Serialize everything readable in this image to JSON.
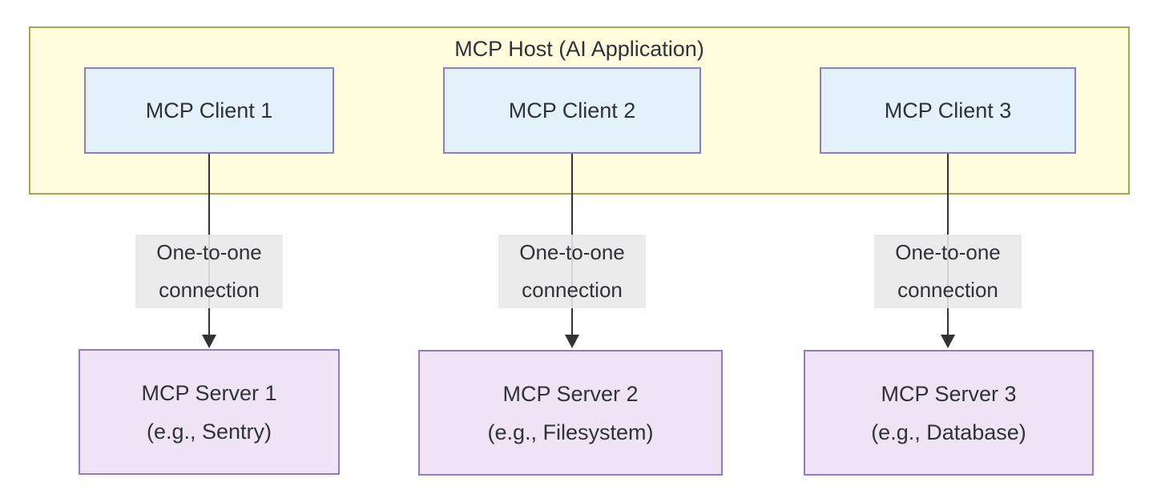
{
  "host": {
    "title": "MCP Host (AI Application)",
    "fill": "#FDFDDE",
    "border_color": "#A6A64A"
  },
  "clients": [
    {
      "label": "MCP Client 1"
    },
    {
      "label": "MCP Client 2"
    },
    {
      "label": "MCP Client 3"
    }
  ],
  "client_style": {
    "fill": "#E3F1FB",
    "border_color": "#8E7CC3"
  },
  "connections": [
    {
      "lines": [
        "One-to-one",
        "connection"
      ]
    },
    {
      "lines": [
        "One-to-one",
        "connection"
      ]
    },
    {
      "lines": [
        "One-to-one",
        "connection"
      ]
    }
  ],
  "connector_style": {
    "line_color": "#333333",
    "label_bg": "#E8E8E8"
  },
  "servers": [
    {
      "lines": [
        "MCP Server 1",
        "(e.g., Sentry)"
      ]
    },
    {
      "lines": [
        "MCP Server 2",
        "(e.g., Filesystem)"
      ]
    },
    {
      "lines": [
        "MCP Server 3",
        "(e.g., Database)"
      ]
    }
  ],
  "server_style": {
    "fill": "#EFE4F6",
    "border_color": "#9678C8"
  },
  "text_color": "#2F3237"
}
